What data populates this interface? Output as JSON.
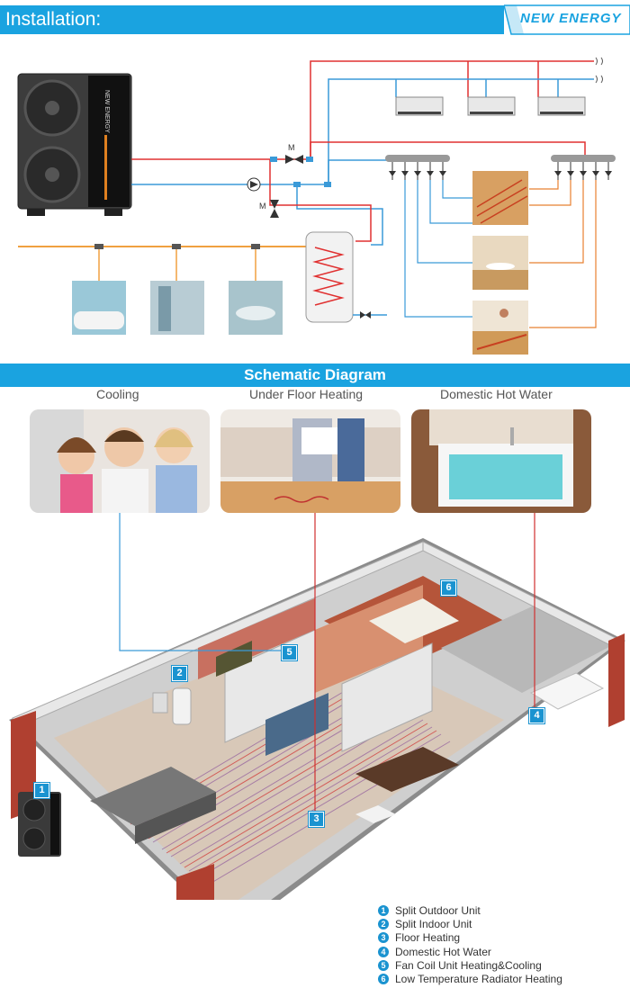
{
  "header": {
    "title": "Installation:",
    "brand": "NEW ENERGY"
  },
  "unit_label": "NEW ENERGY",
  "valve_labels": [
    "M",
    "M"
  ],
  "schematic": {
    "title": "Schematic Diagram"
  },
  "captions": {
    "cooling": "Cooling",
    "floor": "Under Floor Heating",
    "hot_water": "Domestic Hot Water"
  },
  "markers": [
    "1",
    "2",
    "3",
    "4",
    "5",
    "6"
  ],
  "legend": [
    {
      "num": "1",
      "label": "Split Outdoor Unit"
    },
    {
      "num": "2",
      "label": "Split Indoor Unit"
    },
    {
      "num": "3",
      "label": "Floor Heating"
    },
    {
      "num": "4",
      "label": "Domestic Hot Water"
    },
    {
      "num": "5",
      "label": "Fan Coil Unit Heating&Cooling"
    },
    {
      "num": "6",
      "label": "Low Temperature Radiator Heating"
    }
  ],
  "colors": {
    "accent": "#1aa3e0",
    "hot": "#e03030",
    "cold": "#3a9ad8",
    "supply": "#f0a040",
    "marker": "#1a93d0"
  }
}
